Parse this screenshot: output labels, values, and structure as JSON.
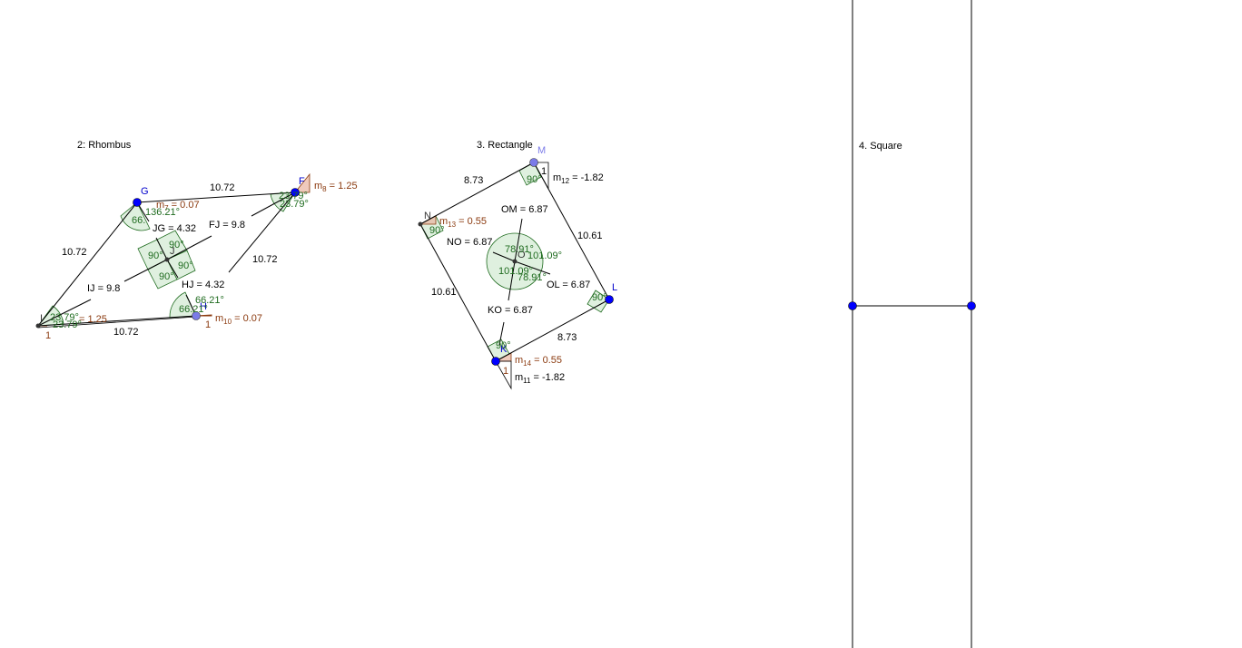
{
  "titles": {
    "rhombus": "2: Rhombus",
    "rectangle": "3. Rectangle",
    "square": "4. Square"
  },
  "rhombus": {
    "points": {
      "G": "G",
      "F": "F",
      "I": "I",
      "J": "J",
      "H": "H"
    },
    "sides": {
      "GF": "10.72",
      "GI": "10.72",
      "FH": "10.72",
      "IH": "10.72"
    },
    "diagonals": {
      "JG": "JG = 4.32",
      "FJ": "FJ = 9.8",
      "IJ": "IJ = 9.8",
      "HJ": "HJ = 4.32"
    },
    "slopes": {
      "m8": "m",
      "m8_sub": "8",
      "m8_val": " = 1.25",
      "m7": "m",
      "m7_sub": "7",
      "m7_val": " = 0.07",
      "m10": "m",
      "m10_sub": "10",
      "m10_val": " = 0.07",
      "m9_val": "= 1.25",
      "one_a": "1",
      "one_b": "1"
    },
    "angles": {
      "g1": "136.21°",
      "g2": "66.",
      "f1": "23.79°",
      "f2": "23.79°",
      "j1": "90°",
      "j2": "90°",
      "j3": "90°",
      "j4": "90°",
      "h1": "66.21°",
      "h2": "66.21°",
      "i1": "23.79°",
      "i2": "23.79°"
    }
  },
  "rectangle": {
    "points": {
      "M": "M",
      "N": "N",
      "O": "O",
      "L": "L",
      "K": "K"
    },
    "sides": {
      "NM": "8.73",
      "ML": "10.61",
      "NK": "10.61",
      "KL": "8.73"
    },
    "diagonals": {
      "OM": "OM = 6.87",
      "NO": "NO = 6.87",
      "OL": "OL = 6.87",
      "KO": "KO = 6.87"
    },
    "slopes": {
      "m12": "m",
      "m12_sub": "12",
      "m12_val": " = -1.82",
      "m13": "m",
      "m13_sub": "13",
      "m13_val": " = 0.55",
      "m14": "m",
      "m14_sub": "14",
      "m14_val": " = 0.55",
      "m11": "m",
      "m11_sub": "11",
      "m11_val": " = -1.82",
      "one_m": "1",
      "one_k": "1"
    },
    "angles": {
      "m": "90°",
      "n": "90°",
      "l": "90°",
      "k": "90°",
      "o1": "78.91°",
      "o2": "101.09°",
      "o3": "101.09°",
      "o4": "78.91°"
    }
  },
  "colors": {
    "point_blue": "#0000ff",
    "point_lavender": "#7b7be8",
    "angle_fill": "#c9e6c9",
    "angle_stroke": "#1f6b1f",
    "slope_fill": "#e8b4a0",
    "slope_stroke": "#8b3a0f"
  }
}
